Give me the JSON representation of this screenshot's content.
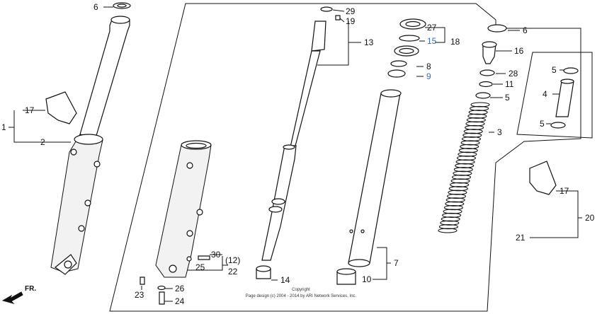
{
  "frame": {
    "front_label": "FR.",
    "copyright_1": "Copyright",
    "copyright_2": "Page design (c) 2004 - 2014 by ARI Network Services, Inc."
  },
  "callouts": {
    "c6a": "6",
    "c17a": "17",
    "c1": "1",
    "c2": "2",
    "c29": "29",
    "c19": "19",
    "c13": "13",
    "c27": "27",
    "c15": "15",
    "c18": "18",
    "c8": "8",
    "c9": "9",
    "c6b": "6",
    "c16": "16",
    "c28": "28",
    "c11": "11",
    "c5a": "5",
    "c3": "3",
    "c5b": "5",
    "c4": "4",
    "c5c": "5",
    "c17b": "17",
    "c20": "20",
    "c21": "21",
    "c7": "7",
    "c10": "10",
    "c14": "14",
    "c30": "30",
    "c12": "(12)",
    "c25": "25",
    "c22": "22",
    "c23": "23",
    "c26": "26",
    "c24": "24"
  },
  "colors": {
    "line": "#111111",
    "highlight": "#3b6fb0"
  }
}
